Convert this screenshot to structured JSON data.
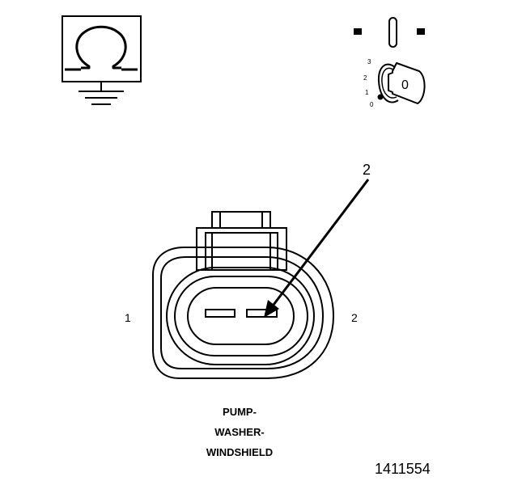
{
  "ohmmeter": {
    "symbol": "Ω"
  },
  "ignition_key": {
    "positions": [
      "3",
      "2",
      "1",
      "0"
    ],
    "key_label": "0"
  },
  "connector": {
    "callout": "2",
    "pin_left": "1",
    "pin_right": "2"
  },
  "caption": {
    "line1": "PUMP-",
    "line2": "WASHER-",
    "line3": "WINDSHIELD"
  },
  "figure_number": "1411554"
}
